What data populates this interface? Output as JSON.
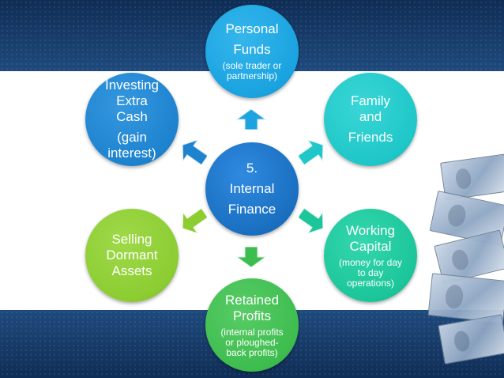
{
  "center": {
    "line1": "5.",
    "line2": "Internal",
    "line3": "Finance"
  },
  "nodes": {
    "personal": {
      "line1": "Personal",
      "line2": "Funds",
      "sub": "(sole trader or partnership)"
    },
    "family": {
      "line1": "Family",
      "line2": "and",
      "line3": "Friends"
    },
    "working": {
      "line1": "Working",
      "line2": "Capital",
      "sub": "(money for day to day operations)"
    },
    "retained": {
      "line1": "Retained",
      "line2": "Profits",
      "sub": "(internal profits or ploughed-back profits)"
    },
    "selling": {
      "line1": "Selling",
      "line2": "Dormant",
      "line3": "Assets"
    },
    "investing": {
      "line1": "Investing",
      "line2": "Extra",
      "line3": "Cash",
      "line4": "(gain",
      "line5": "interest)"
    }
  },
  "colors": {
    "center": "#1a6fc0",
    "personal": "#1aa3e0",
    "family": "#1fc7c8",
    "working": "#1cc69a",
    "retained": "#3ebd4f",
    "selling": "#8ccd32",
    "investing": "#1e83cf",
    "band": "#1f4a7d"
  }
}
